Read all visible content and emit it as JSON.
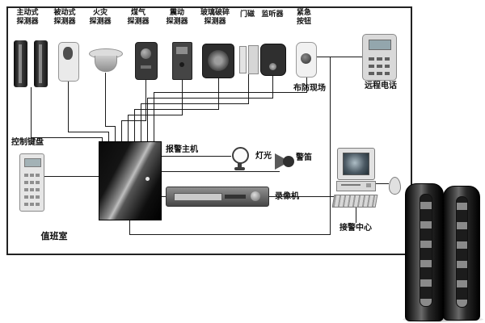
{
  "colors": {
    "background": "#ffffff",
    "line": "#1a1a1a",
    "device_dark": "#2e2e2e",
    "boundary_border": "#222222"
  },
  "labels": {
    "active_detector": "主动式\n探测器",
    "passive_detector": "被动式\n探测器",
    "fire_detector": "火灾\n探测器",
    "gas_detector": "煤气\n探测器",
    "vibration_detector": "震动\n探测器",
    "glass_break_detector": "玻璃破碎\n探测器",
    "door_magnet": "门磁",
    "listener": "监听器",
    "emergency_button": "紧急\n按钮",
    "remote_phone": "远程电话",
    "armed_site": "布防现场",
    "control_keypad": "控制键盘",
    "alarm_host": "报警主机",
    "light": "灯光",
    "siren": "警笛",
    "vcr": "录像机",
    "alarm_center": "接警中心",
    "duty_room": "值班室"
  }
}
